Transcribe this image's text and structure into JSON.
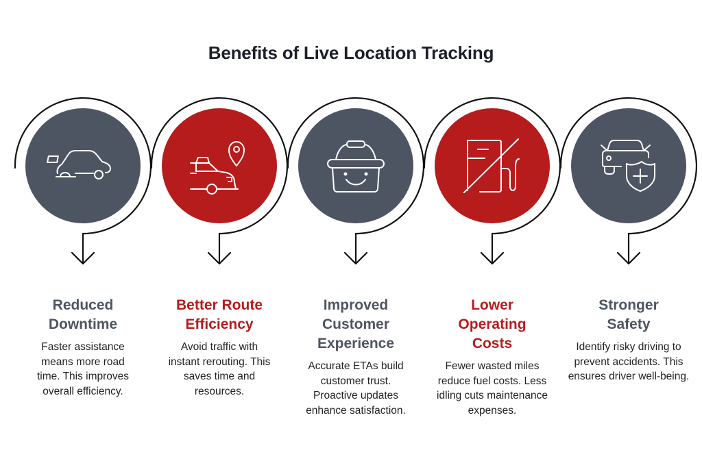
{
  "title": "Benefits of Live Location Tracking",
  "colors": {
    "gray": "#4e5562",
    "red": "#b71c1c",
    "title": "#1d1f2a",
    "line": "#111111"
  },
  "items": [
    {
      "heading": "Reduced Downtime",
      "heading_lines": [
        "Reduced",
        "Downtime"
      ],
      "description": "Faster assistance means more road time. This improves overall efficiency.",
      "color": "gray",
      "icon": "car-breakdown-icon"
    },
    {
      "heading": "Better Route Efficiency",
      "heading_lines": [
        "Better Route",
        "Efficiency"
      ],
      "description": "Avoid traffic with instant rerouting. This saves time and resources.",
      "color": "red",
      "icon": "taxi-location-pin-icon"
    },
    {
      "heading": "Improved Customer Experience",
      "heading_lines": [
        "Improved",
        "Customer",
        "Experience"
      ],
      "description": "Accurate ETAs build customer trust. Proactive updates enhance satisfaction.",
      "color": "gray",
      "icon": "smiling-basket-icon"
    },
    {
      "heading": "Lower Operating Costs",
      "heading_lines": [
        "Lower",
        "Operating",
        "Costs"
      ],
      "description": "Fewer wasted miles reduce fuel costs. Less idling cuts maintenance expenses.",
      "color": "red",
      "icon": "no-fuel-pump-icon"
    },
    {
      "heading": "Stronger Safety",
      "heading_lines": [
        "Stronger",
        "Safety"
      ],
      "description": "Identify risky driving to prevent accidents. This ensures driver well-being.",
      "color": "gray",
      "icon": "car-shield-icon"
    }
  ]
}
